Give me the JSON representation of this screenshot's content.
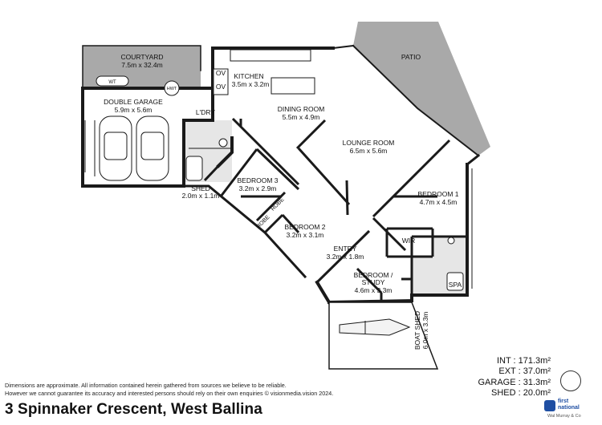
{
  "rooms": {
    "courtyard": {
      "name": "COURTYARD",
      "dims": "7.5m x 32.4m"
    },
    "wt": "WT",
    "hwt": "HWT",
    "double_garage": {
      "name": "DOUBLE GARAGE",
      "dims": "5.9m x 5.6m"
    },
    "shed": {
      "name": "SHED",
      "dims": "2.0m x 1.1m"
    },
    "ov1": "OV",
    "ov2": "OV",
    "ldry": "L'DRY",
    "kitchen": {
      "name": "KITCHEN",
      "dims": "3.5m x 3.2m"
    },
    "dining": {
      "name": "DINING ROOM",
      "dims": "5.5m x 4.9m"
    },
    "lounge": {
      "name": "LOUNGE ROOM",
      "dims": "6.5m x 5.6m"
    },
    "patio": {
      "name": "PATIO"
    },
    "bedroom3": {
      "name": "BEDROOM 3",
      "dims": "3.2m x 2.9m"
    },
    "robe1": "ROBE",
    "robe2": "ROBE",
    "bedroom2": {
      "name": "BEDROOM 2",
      "dims": "3.2m x 3.1m"
    },
    "entry": {
      "name": "ENTRY",
      "dims": "3.2m x 1.8m"
    },
    "bedroom1": {
      "name": "BEDROOM 1",
      "dims": "4.7m x 4.5m"
    },
    "wir": "WIR",
    "study": {
      "name1": "BEDROOM /",
      "name2": "STUDY",
      "dims": "4.6m x 3.3m"
    },
    "spa": "SPA",
    "boat_shed": {
      "name": "BOAT SHED",
      "dims": "6.0m x 3.3m"
    }
  },
  "areas": {
    "int": {
      "label": "INT :",
      "value": "171.3m²"
    },
    "ext": {
      "label": "EXT :",
      "value": "37.0m²"
    },
    "garage": {
      "label": "GARAGE :",
      "value": "31.3m²"
    },
    "shed": {
      "label": "SHED :",
      "value": "20.0m²"
    }
  },
  "disclaimer": {
    "line1": "Dimensions are approximate. All information contained herein gathered from sources we believe to be reliable.",
    "line2": "However we cannot guarantee its accuracy and interested persons should rely on their own enquiries © visionmedia.vision 2024."
  },
  "address": "3 Spinnaker Crescent, West Ballina",
  "logo": {
    "line1": "first",
    "line2": "national",
    "sub": "Wal Murray & Co"
  },
  "colors": {
    "wall": "#1a1a1a",
    "exterior": "#a9a9a9",
    "wet_area": "#e6e6e6",
    "floor": "#ffffff",
    "brand": "#1f4fa3"
  }
}
